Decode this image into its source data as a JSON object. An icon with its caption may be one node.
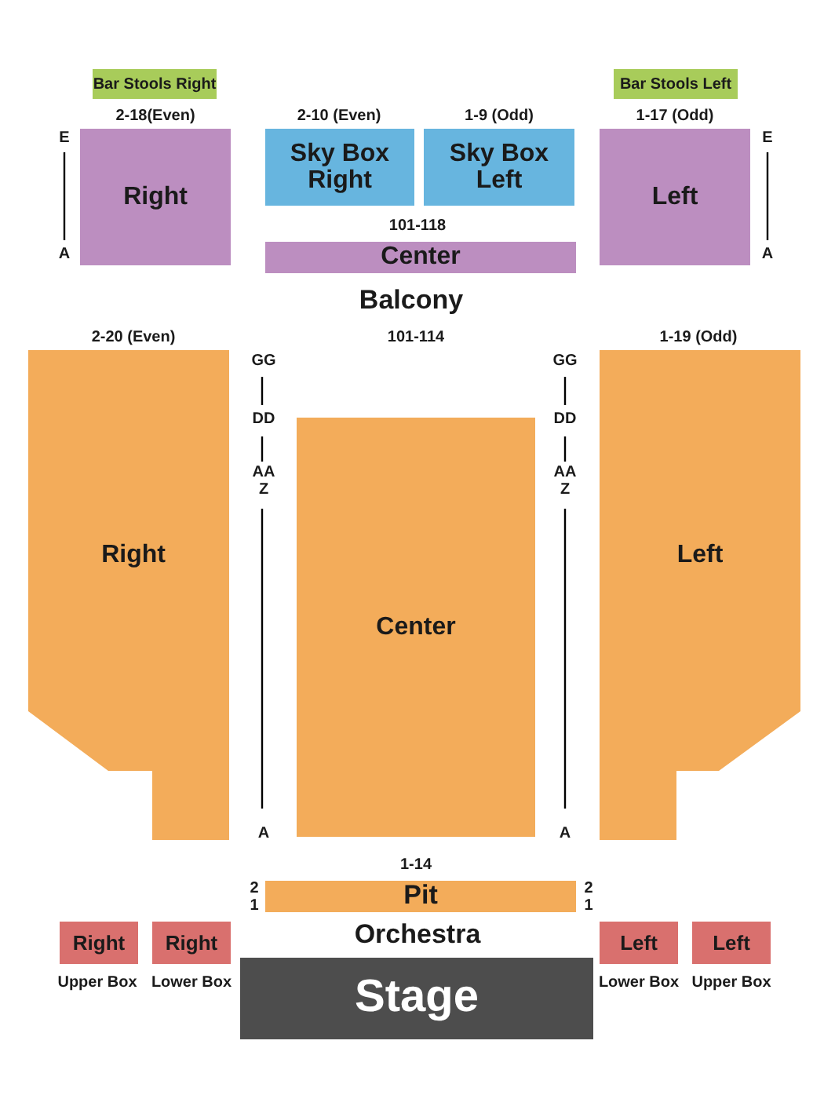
{
  "diagram": {
    "nodes": [
      {
        "text": [
          "Bar Stools Right"
        ]
      },
      {
        "text": [
          "Bar Stools Left"
        ]
      },
      {
        "text": [
          "Right"
        ],
        "beside": [
          "2-18(Even)"
        ]
      },
      {
        "text": [
          "Sky Box Right"
        ],
        "beside": [
          "2-10 (Even)"
        ]
      },
      {
        "text": [
          "Sky Box Left"
        ],
        "beside": [
          "1-9 (Odd)"
        ]
      },
      {
        "text": [
          "Left"
        ],
        "beside": [
          "1-17 (Odd)"
        ]
      },
      {
        "text": [
          "Center"
        ],
        "beside": [
          "101-118"
        ]
      },
      {
        "text": [
          "Right"
        ],
        "beside": [
          "2-20 (Even)"
        ]
      },
      {
        "text": [
          "Center"
        ]
      },
      {
        "text": [
          "Left"
        ],
        "beside": [
          "1-19 (Odd)"
        ]
      },
      {
        "text": [
          "Pit"
        ],
        "beside": [
          "1-14"
        ]
      },
      {
        "text": [
          "Right"
        ],
        "beside": [
          "Upper Box"
        ]
      },
      {
        "text": [
          "Right"
        ],
        "beside": [
          "Lower Box"
        ]
      },
      {
        "text": [
          "Left"
        ],
        "beside": [
          "Lower Box"
        ]
      },
      {
        "text": [
          "Left"
        ],
        "beside": [
          "Upper Box"
        ]
      },
      {
        "text": [
          "Stage"
        ]
      }
    ],
    "edges": [],
    "labels": [
      "E",
      "E",
      "A",
      "A",
      "Balcony",
      "101-114",
      "GG",
      "GG",
      "DD",
      "DD",
      "AA",
      "AA",
      "Z",
      "Z",
      "A",
      "A",
      "2",
      "2",
      "1",
      "1",
      "Orchestra"
    ]
  }
}
